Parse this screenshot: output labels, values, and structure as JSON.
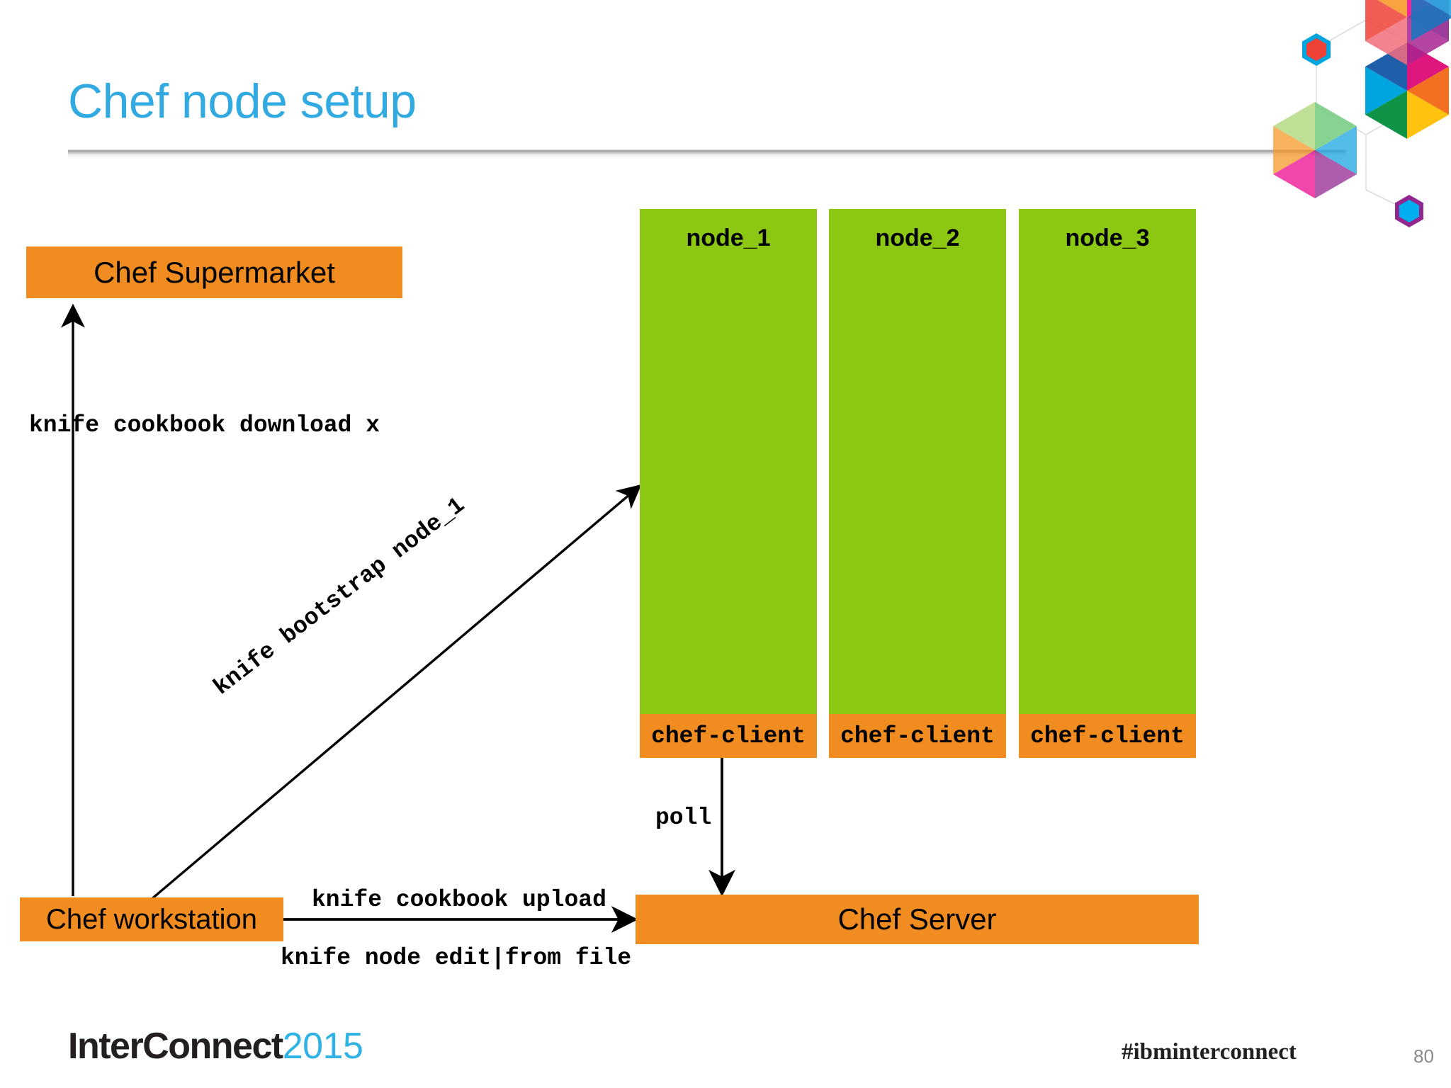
{
  "slide": {
    "title": "Chef node setup",
    "title_color": "#31AAE2",
    "background": "#FFFFFF",
    "page_number": "80"
  },
  "palette": {
    "orange": "#F08C20",
    "green": "#8CC714",
    "title_blue": "#31AAE2",
    "footer_blue": "#2FB2E4",
    "text_black": "#000000",
    "rule_gray": "#9A9A9A",
    "page_num_gray": "#8A8A8A"
  },
  "diagram": {
    "supermarket": {
      "label": "Chef Supermarket",
      "color": "#F08C20"
    },
    "workstation": {
      "label": "Chef workstation",
      "color": "#F08C20"
    },
    "server": {
      "label": "Chef Server",
      "color": "#F08C20"
    },
    "nodes": [
      {
        "title": "node_1",
        "client": "chef-client",
        "color": "#8CC714",
        "client_color": "#F08C20"
      },
      {
        "title": "node_2",
        "client": "chef-client",
        "color": "#8CC714",
        "client_color": "#F08C20"
      },
      {
        "title": "node_3",
        "client": "chef-client",
        "color": "#8CC714",
        "client_color": "#F08C20"
      }
    ],
    "edges": {
      "download": "knife cookbook download x",
      "bootstrap": "knife bootstrap node_1",
      "upload": "knife cookbook upload",
      "node_edit": "knife node edit|from file",
      "poll": "poll"
    }
  },
  "footer": {
    "brand_dark": "InterConnect",
    "brand_blue": "2015",
    "hashtag": "#ibminterconnect"
  }
}
